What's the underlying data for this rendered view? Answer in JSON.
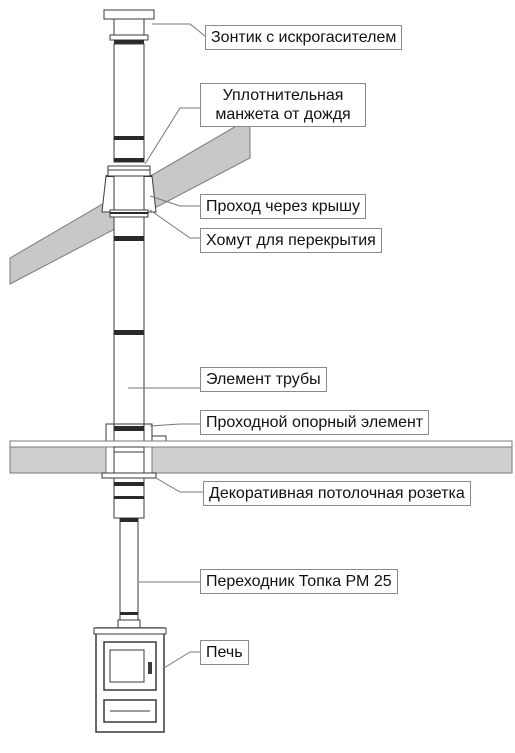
{
  "labels": {
    "umbrella": "Зонтик с искрогасителем",
    "rain_collar_line1": "Уплотнительная",
    "rain_collar_line2": "манжета от дождя",
    "roof_passage": "Проход через крышу",
    "ceiling_clamp": "Хомут для перекрытия",
    "pipe_element": "Элемент трубы",
    "support_element": "Проходной опорный элемент",
    "ceiling_rosette": "Декоративная потолочная розетка",
    "adapter": "Переходник Топка РМ 25",
    "stove": "Печь"
  },
  "colors": {
    "outline": "#3a3a3a",
    "roof_fill": "#c8c8c8",
    "ceiling_fill": "#cfcfcf",
    "band": "#2a2a2a",
    "leader": "#777777",
    "label_border": "#8a8a8a"
  }
}
